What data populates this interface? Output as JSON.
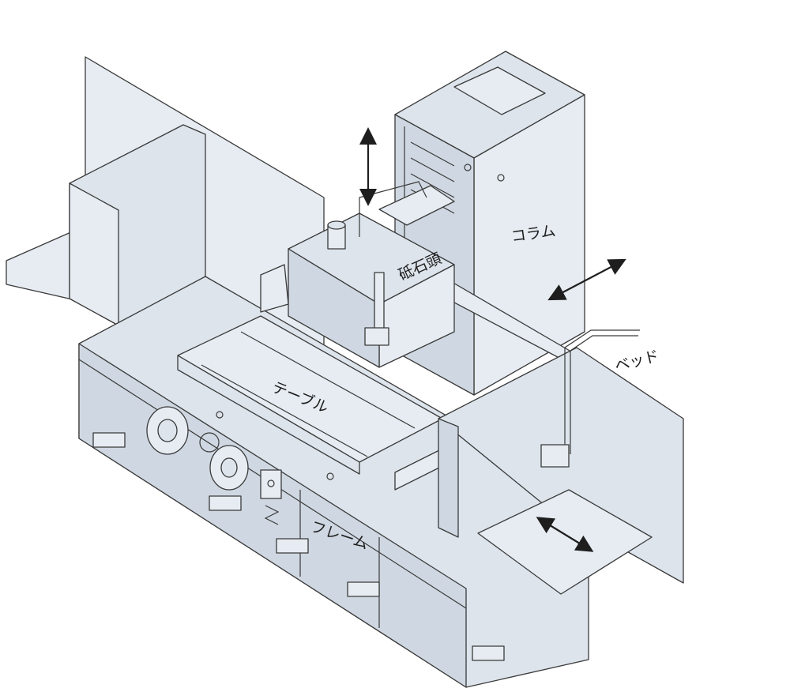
{
  "labels": {
    "column": "コラム",
    "wheel_head": "砥石頭",
    "bed": "ベッド",
    "table": "テーブル",
    "frame": "フレーム"
  },
  "colors": {
    "panel": "#dde4ec",
    "outline": "#3a3a3a",
    "arrow": "#1e1e1e"
  },
  "arrows": [
    "vertical-feed-arrow",
    "column-crossfeed-arrow",
    "bed-crossfeed-arrow"
  ]
}
